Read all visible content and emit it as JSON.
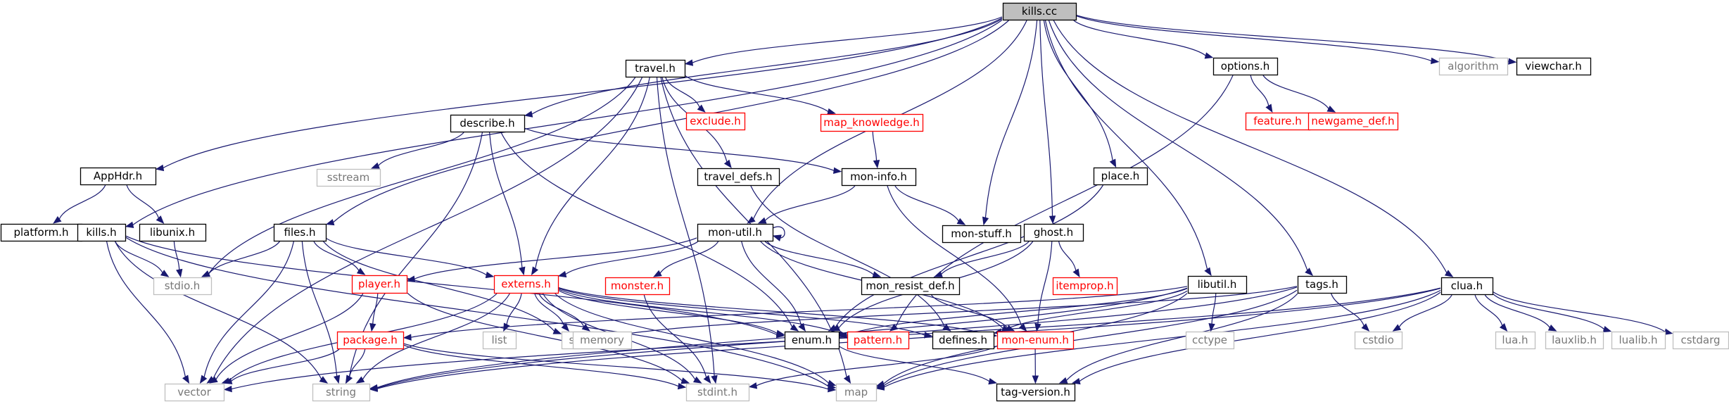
{
  "diagram": {
    "root": "kills.cc",
    "nodes": [
      {
        "id": "kills_cc",
        "label": "kills.cc",
        "style": "root"
      },
      {
        "id": "apphdr_h",
        "label": "AppHdr.h",
        "style": "black"
      },
      {
        "id": "platform_h",
        "label": "platform.h",
        "style": "black"
      },
      {
        "id": "libunix_h",
        "label": "libunix.h",
        "style": "black"
      },
      {
        "id": "kills_h",
        "label": "kills.h",
        "style": "black"
      },
      {
        "id": "stdio_h",
        "label": "stdio.h",
        "style": "gray"
      },
      {
        "id": "vector",
        "label": "vector",
        "style": "gray"
      },
      {
        "id": "string",
        "label": "string",
        "style": "gray"
      },
      {
        "id": "files_h",
        "label": "files.h",
        "style": "black"
      },
      {
        "id": "player_h",
        "label": "player.h",
        "style": "red"
      },
      {
        "id": "package_h",
        "label": "package.h",
        "style": "red"
      },
      {
        "id": "externs_h",
        "label": "externs.h",
        "style": "red"
      },
      {
        "id": "list",
        "label": "list",
        "style": "gray"
      },
      {
        "id": "set",
        "label": "set",
        "style": "gray"
      },
      {
        "id": "memory",
        "label": "memory",
        "style": "gray"
      },
      {
        "id": "travel_h",
        "label": "travel.h",
        "style": "black"
      },
      {
        "id": "describe_h",
        "label": "describe.h",
        "style": "black"
      },
      {
        "id": "sstream",
        "label": "sstream",
        "style": "gray"
      },
      {
        "id": "exclude_h",
        "label": "exclude.h",
        "style": "red"
      },
      {
        "id": "map_knowledge_h",
        "label": "map_knowledge.h",
        "style": "red"
      },
      {
        "id": "travel_defs_h",
        "label": "travel_defs.h",
        "style": "black"
      },
      {
        "id": "mon_info_h",
        "label": "mon-info.h",
        "style": "black"
      },
      {
        "id": "mon_util_h",
        "label": "mon-util.h",
        "style": "black"
      },
      {
        "id": "monster_h",
        "label": "monster.h",
        "style": "red"
      },
      {
        "id": "mon_resist_def_h",
        "label": "mon_resist_def.h",
        "style": "black"
      },
      {
        "id": "mon_stuff_h",
        "label": "mon-stuff.h",
        "style": "black"
      },
      {
        "id": "enum_h",
        "label": "enum.h",
        "style": "black"
      },
      {
        "id": "pattern_h",
        "label": "pattern.h",
        "style": "red"
      },
      {
        "id": "defines_h",
        "label": "defines.h",
        "style": "black"
      },
      {
        "id": "mon_enum_h",
        "label": "mon-enum.h",
        "style": "red"
      },
      {
        "id": "stdint_h",
        "label": "stdint.h",
        "style": "gray"
      },
      {
        "id": "map",
        "label": "map",
        "style": "gray"
      },
      {
        "id": "tag_version_h",
        "label": "tag-version.h",
        "style": "black"
      },
      {
        "id": "place_h",
        "label": "place.h",
        "style": "black"
      },
      {
        "id": "ghost_h",
        "label": "ghost.h",
        "style": "black"
      },
      {
        "id": "itemprop_h",
        "label": "itemprop.h",
        "style": "red"
      },
      {
        "id": "options_h",
        "label": "options.h",
        "style": "black"
      },
      {
        "id": "feature_h",
        "label": "feature.h",
        "style": "red"
      },
      {
        "id": "newgame_def_h",
        "label": "newgame_def.h",
        "style": "red"
      },
      {
        "id": "libutil_h",
        "label": "libutil.h",
        "style": "black"
      },
      {
        "id": "cctype",
        "label": "cctype",
        "style": "gray"
      },
      {
        "id": "tags_h",
        "label": "tags.h",
        "style": "black"
      },
      {
        "id": "cstdio",
        "label": "cstdio",
        "style": "gray"
      },
      {
        "id": "clua_h",
        "label": "clua.h",
        "style": "black"
      },
      {
        "id": "lua_h",
        "label": "lua.h",
        "style": "gray"
      },
      {
        "id": "lauxlib_h",
        "label": "lauxlib.h",
        "style": "gray"
      },
      {
        "id": "lualib_h",
        "label": "lualib.h",
        "style": "gray"
      },
      {
        "id": "cstdarg",
        "label": "cstdarg",
        "style": "gray"
      },
      {
        "id": "algorithm",
        "label": "algorithm",
        "style": "gray"
      },
      {
        "id": "viewchar_h",
        "label": "viewchar.h",
        "style": "black"
      }
    ],
    "edges": [
      [
        "kills_cc",
        "apphdr_h"
      ],
      [
        "kills_cc",
        "kills_h"
      ],
      [
        "kills_cc",
        "files_h"
      ],
      [
        "kills_cc",
        "travel_h"
      ],
      [
        "kills_cc",
        "describe_h"
      ],
      [
        "kills_cc",
        "mon_util_h"
      ],
      [
        "kills_cc",
        "mon_stuff_h"
      ],
      [
        "kills_cc",
        "place_h"
      ],
      [
        "kills_cc",
        "ghost_h"
      ],
      [
        "kills_cc",
        "libutil_h"
      ],
      [
        "kills_cc",
        "tags_h"
      ],
      [
        "kills_cc",
        "options_h"
      ],
      [
        "kills_cc",
        "clua_h"
      ],
      [
        "kills_cc",
        "algorithm"
      ],
      [
        "kills_cc",
        "viewchar_h"
      ],
      [
        "apphdr_h",
        "platform_h"
      ],
      [
        "apphdr_h",
        "libunix_h"
      ],
      [
        "libunix_h",
        "stdio_h"
      ],
      [
        "kills_h",
        "stdio_h"
      ],
      [
        "kills_h",
        "vector"
      ],
      [
        "kills_h",
        "string"
      ],
      [
        "kills_h",
        "map"
      ],
      [
        "kills_h",
        "enum_h"
      ],
      [
        "files_h",
        "stdio_h"
      ],
      [
        "files_h",
        "vector"
      ],
      [
        "files_h",
        "string"
      ],
      [
        "files_h",
        "set"
      ],
      [
        "files_h",
        "player_h"
      ],
      [
        "files_h",
        "externs_h"
      ],
      [
        "player_h",
        "package_h"
      ],
      [
        "player_h",
        "vector"
      ],
      [
        "player_h",
        "stdint_h"
      ],
      [
        "package_h",
        "vector"
      ],
      [
        "package_h",
        "string"
      ],
      [
        "package_h",
        "map"
      ],
      [
        "package_h",
        "stdint_h"
      ],
      [
        "externs_h",
        "vector"
      ],
      [
        "externs_h",
        "string"
      ],
      [
        "externs_h",
        "list"
      ],
      [
        "externs_h",
        "set"
      ],
      [
        "externs_h",
        "memory"
      ],
      [
        "externs_h",
        "map"
      ],
      [
        "externs_h",
        "stdint_h"
      ],
      [
        "externs_h",
        "enum_h"
      ],
      [
        "externs_h",
        "defines_h"
      ],
      [
        "externs_h",
        "pattern_h"
      ],
      [
        "externs_h",
        "mon_enum_h"
      ],
      [
        "travel_h",
        "stdio_h"
      ],
      [
        "travel_h",
        "vector"
      ],
      [
        "travel_h",
        "stdint_h"
      ],
      [
        "travel_h",
        "externs_h"
      ],
      [
        "travel_h",
        "exclude_h"
      ],
      [
        "travel_h",
        "map_knowledge_h"
      ],
      [
        "travel_h",
        "travel_defs_h"
      ],
      [
        "travel_h",
        "map"
      ],
      [
        "describe_h",
        "sstream"
      ],
      [
        "describe_h",
        "string"
      ],
      [
        "describe_h",
        "externs_h"
      ],
      [
        "describe_h",
        "enum_h"
      ],
      [
        "describe_h",
        "mon_info_h"
      ],
      [
        "map_knowledge_h",
        "mon_info_h"
      ],
      [
        "travel_defs_h",
        "defines_h"
      ],
      [
        "mon_info_h",
        "mon_util_h"
      ],
      [
        "mon_info_h",
        "mon_stuff_h"
      ],
      [
        "mon_info_h",
        "mon_enum_h"
      ],
      [
        "mon_util_h",
        "mon_util_h"
      ],
      [
        "mon_util_h",
        "player_h"
      ],
      [
        "mon_util_h",
        "externs_h"
      ],
      [
        "mon_util_h",
        "monster_h"
      ],
      [
        "mon_util_h",
        "enum_h"
      ],
      [
        "mon_util_h",
        "mon_resist_def_h"
      ],
      [
        "mon_util_h",
        "mon_enum_h"
      ],
      [
        "monster_h",
        "stdint_h"
      ],
      [
        "mon_resist_def_h",
        "mon_enum_h"
      ],
      [
        "ghost_h",
        "enum_h"
      ],
      [
        "ghost_h",
        "itemprop_h"
      ],
      [
        "ghost_h",
        "mon_resist_def_h"
      ],
      [
        "ghost_h",
        "mon_enum_h"
      ],
      [
        "place_h",
        "enum_h"
      ],
      [
        "mon_enum_h",
        "tag_version_h"
      ],
      [
        "mon_enum_h",
        "stdint_h"
      ],
      [
        "enum_h",
        "tag_version_h"
      ],
      [
        "options_h",
        "feature_h"
      ],
      [
        "options_h",
        "newgame_def_h"
      ],
      [
        "options_h",
        "pattern_h"
      ],
      [
        "libutil_h",
        "enum_h"
      ],
      [
        "libutil_h",
        "defines_h"
      ],
      [
        "libutil_h",
        "cctype"
      ],
      [
        "libutil_h",
        "string"
      ],
      [
        "libutil_h",
        "map"
      ],
      [
        "libutil_h",
        "package_h"
      ],
      [
        "tags_h",
        "set"
      ],
      [
        "tags_h",
        "cstdio"
      ],
      [
        "tags_h",
        "tag_version_h"
      ],
      [
        "tags_h",
        "string"
      ],
      [
        "tags_h",
        "map"
      ],
      [
        "clua_h",
        "cstdio"
      ],
      [
        "clua_h",
        "lua_h"
      ],
      [
        "clua_h",
        "lauxlib_h"
      ],
      [
        "clua_h",
        "lualib_h"
      ],
      [
        "clua_h",
        "cstdarg"
      ],
      [
        "clua_h",
        "map"
      ],
      [
        "clua_h",
        "string"
      ],
      [
        "clua_h",
        "vector"
      ],
      [
        "clua_h",
        "tag_version_h"
      ]
    ]
  }
}
